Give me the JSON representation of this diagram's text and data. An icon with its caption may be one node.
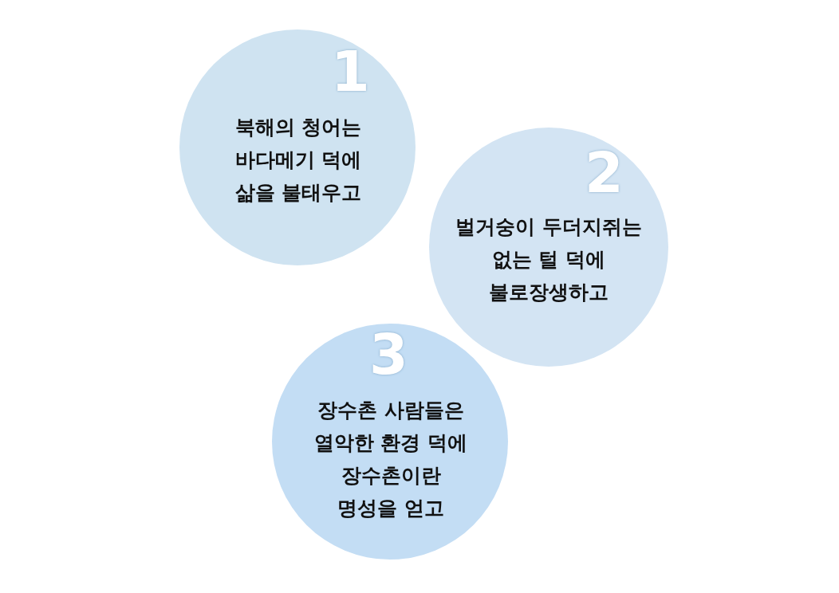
{
  "diagram": {
    "nodes": [
      {
        "text": [
          "1",
          "북해의 청어는 바다메기 덕에 삶을 불태우고"
        ]
      },
      {
        "text": [
          "2",
          "벌거숭이 두더지쥐는 없는 털 덕에 불로장생하고"
        ]
      },
      {
        "text": [
          "3",
          "장수촌 사람들은 열악한 환경 덕에 장수촌이란 명성을 얻고"
        ]
      }
    ]
  }
}
